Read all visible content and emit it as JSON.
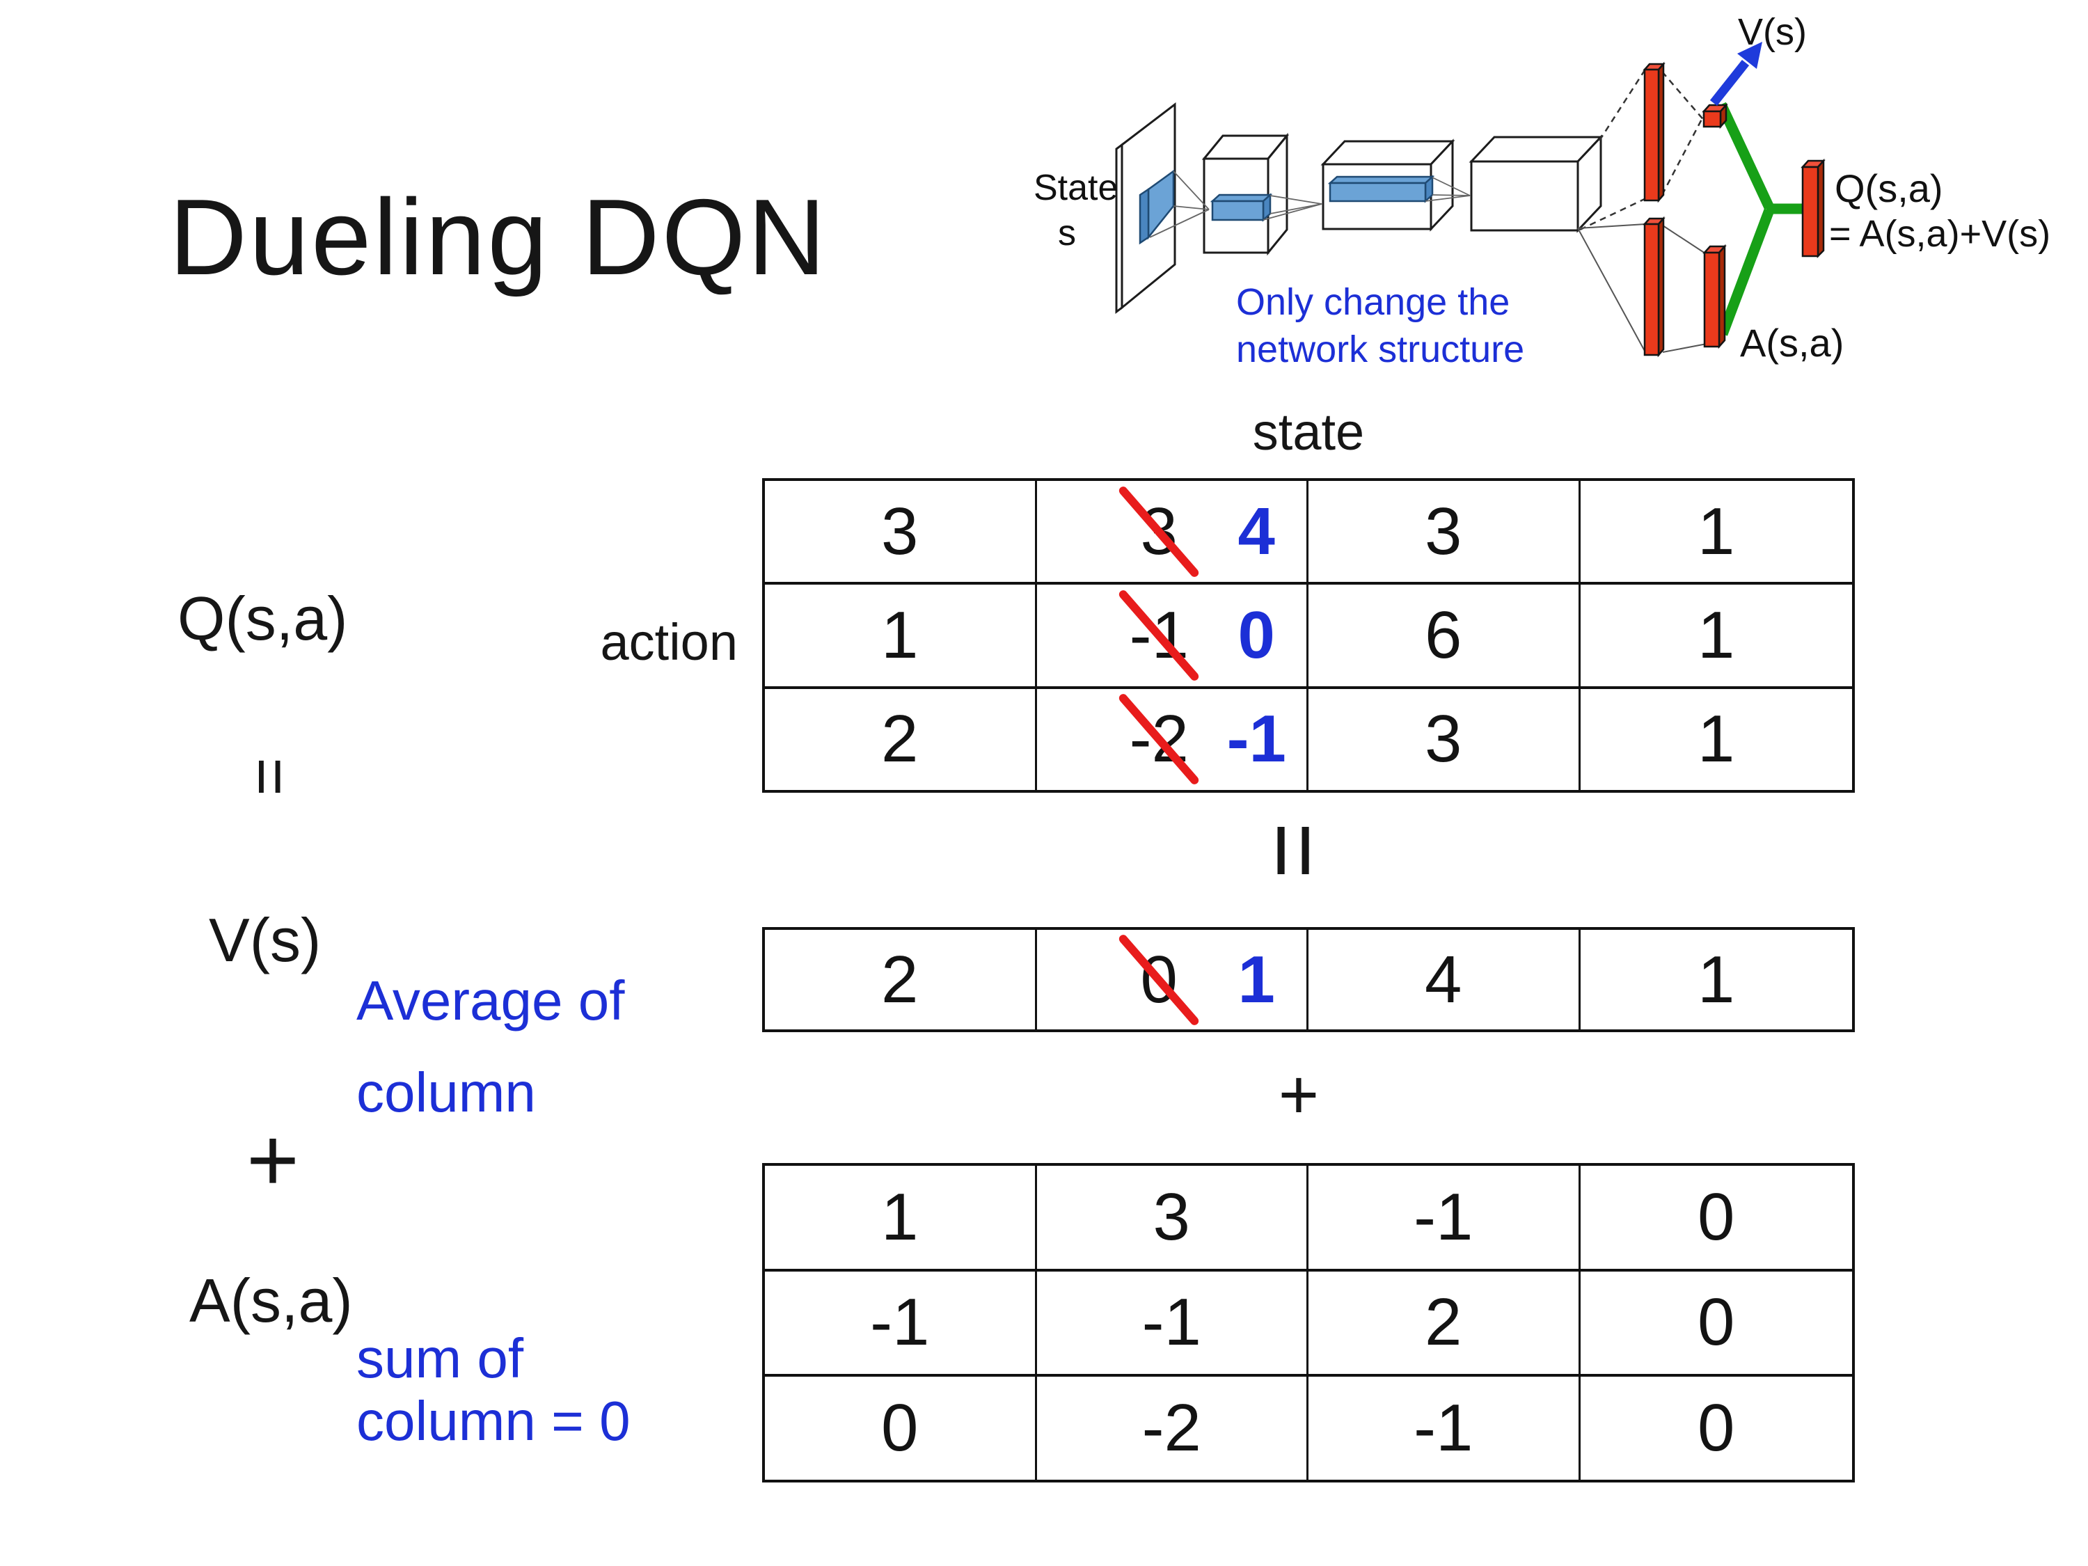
{
  "slide": {
    "title": "Dueling DQN",
    "background": "#ffffff"
  },
  "colors": {
    "bar_red": "#ea3a1c",
    "bar_red_side": "#a82a08",
    "bar_red_cap": "#f0503a",
    "green": "#17a017",
    "arrow_blue": "#1f3bdb",
    "note_blue": "#1c2fd6",
    "strike_red": "#e81c1c",
    "replacement_digit_blue": "#1c2fd6",
    "conv_feature_blue": "#6ba3d6",
    "conv_feature_blue_dark": "#4a86c0"
  },
  "diagram": {
    "state_label_line1": "State",
    "state_label_line2": "s",
    "vs_label": "V(s)",
    "q_label": "Q(s,a)",
    "q_formula": "= A(s,a)+V(s)",
    "a_label": "A(s,a)",
    "note_line1": "Only change the",
    "note_line2": "network structure"
  },
  "matrix_section": {
    "q_label": "Q(s,a)",
    "state_label": "state",
    "action_label": "action",
    "eq_sign": "=",
    "plus_sign": "+",
    "vs_label": "V(s)",
    "a_label": "A(s,a)",
    "avg_note_line1": "Average of",
    "avg_note_line2": "column",
    "sum_note_line1": "sum of",
    "sum_note_line2": "column = 0",
    "q_table": {
      "rows": [
        [
          {
            "text": "3"
          },
          {
            "old": "3",
            "new": "4"
          },
          {
            "text": "3"
          },
          {
            "text": "1"
          }
        ],
        [
          {
            "text": "1"
          },
          {
            "old": "-1",
            "new": "0"
          },
          {
            "text": "6"
          },
          {
            "text": "1"
          }
        ],
        [
          {
            "text": "2"
          },
          {
            "old": "-2",
            "new": "-1"
          },
          {
            "text": "3"
          },
          {
            "text": "1"
          }
        ]
      ]
    },
    "v_table": {
      "rows": [
        [
          {
            "text": "2"
          },
          {
            "old": "0",
            "new": "1"
          },
          {
            "text": "4"
          },
          {
            "text": "1"
          }
        ]
      ]
    },
    "a_table": {
      "rows": [
        [
          {
            "text": "1"
          },
          {
            "text": "3"
          },
          {
            "text": "-1"
          },
          {
            "text": "0"
          }
        ],
        [
          {
            "text": "-1"
          },
          {
            "text": "-1"
          },
          {
            "text": "2"
          },
          {
            "text": "0"
          }
        ],
        [
          {
            "text": "0"
          },
          {
            "text": "-2"
          },
          {
            "text": "-1"
          },
          {
            "text": "0"
          }
        ]
      ]
    }
  }
}
